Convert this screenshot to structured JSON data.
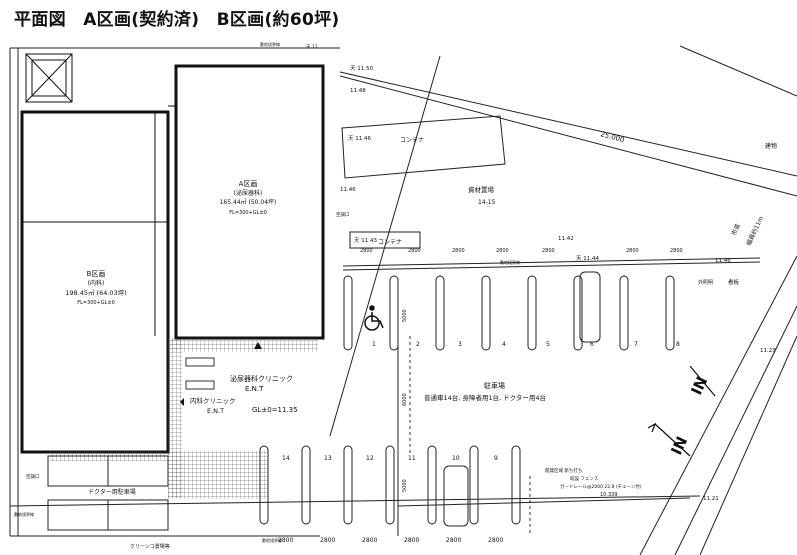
{
  "title": "平面図　A区画(契約済)　B区画(約60坪)",
  "section_a": {
    "name": "A区画",
    "use": "(泌尿器科)",
    "area": "165.44㎡ (50.04坪)",
    "floor": "FL=300+GL±0"
  },
  "section_b": {
    "name": "B区画",
    "use": "(内科)",
    "area": "198.45㎡ (64.03坪)",
    "floor": "FL=300+GL±0"
  },
  "labels": {
    "container1": "コンテナ",
    "container2": "コンテナ",
    "storage": "資材置場",
    "storage_no": "14-15",
    "building": "建物",
    "clinic_a": "泌尿器科クリニック",
    "clinic_a_ent": "E.N.T",
    "clinic_b": "内科クリニック",
    "clinic_b_ent": "E.N.T",
    "gl": "GL±0=11.35",
    "doctor_parking": "ドクター用駐車場",
    "parking": "駐車場",
    "parking_detail": "普通車14台, 身障者用1台, ドクター用4台",
    "road": "市道",
    "road_width": "幅員約11m",
    "in_sign": "IN",
    "in_sign2": "IN",
    "distance": "25.000",
    "signboard": "看板",
    "sign_light": "外照明",
    "air_in": "空調口",
    "air_in2": "空調口",
    "lot_line": "敷地境界線",
    "lot_line2": "敷地境界線",
    "lot_line3": "敷地境界線",
    "fence": "既設 フェンス",
    "fence_note": "開発区域 新ち打ち",
    "fence_note2": "ガードレール@2000 22.8 (チェーン付)",
    "bottom_note": "クリーンコ置場等",
    "bottom_note2": "敷地境界線",
    "dim_total": "10.339"
  },
  "elevations": [
    "天 11.50",
    "11.48",
    "天 11.46",
    "11.46",
    "天 11.43",
    "11.42",
    "天 11.44",
    "11.46",
    "11.23",
    "11.21"
  ],
  "elevation_small": "天 11",
  "dims_top": [
    "2800",
    "2800",
    "2800",
    "2800",
    "2800",
    "2800",
    "2800"
  ],
  "dims_bottom": [
    "2800",
    "2800",
    "2800",
    "2800",
    "2800",
    "2800"
  ],
  "dims_vertical": [
    "5000",
    "6000",
    "5000"
  ],
  "parking_top": [
    "1",
    "2",
    "3",
    "4",
    "5",
    "6",
    "7",
    "8"
  ],
  "parking_bottom": [
    "14",
    "13",
    "12",
    "11",
    "10",
    "9"
  ],
  "colors": {
    "line": "#222222",
    "hatch": "#555555",
    "road": "#333333"
  }
}
